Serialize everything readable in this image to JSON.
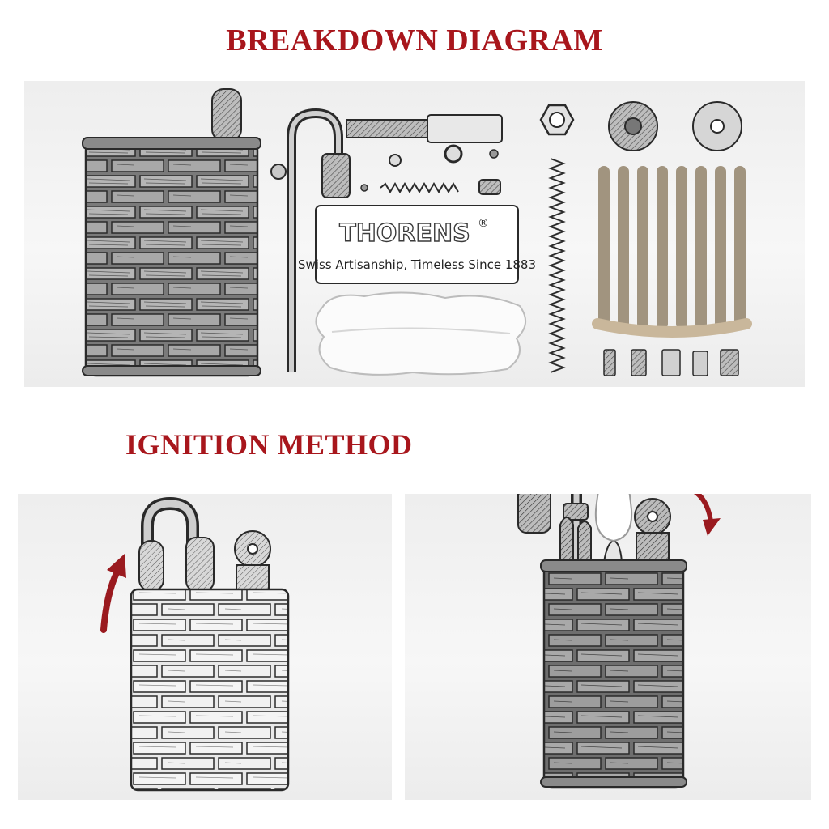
{
  "headings": {
    "breakdown": "BREAKDOWN DIAGRAM",
    "ignition": "IGNITION METHOD"
  },
  "brand_card": {
    "name": "THORENS",
    "mark": "®",
    "tagline": "Swiss Artisanship, Timeless Since 1883"
  },
  "colors": {
    "heading": "#a8161c",
    "arrow": "#9a1a1f",
    "ink": "#2a2a2a"
  },
  "icons": [
    "lighter-case-icon",
    "rotation-arrow-icon",
    "flame-icon",
    "spring-icon",
    "wick-icon",
    "flint-wheel-icon"
  ]
}
